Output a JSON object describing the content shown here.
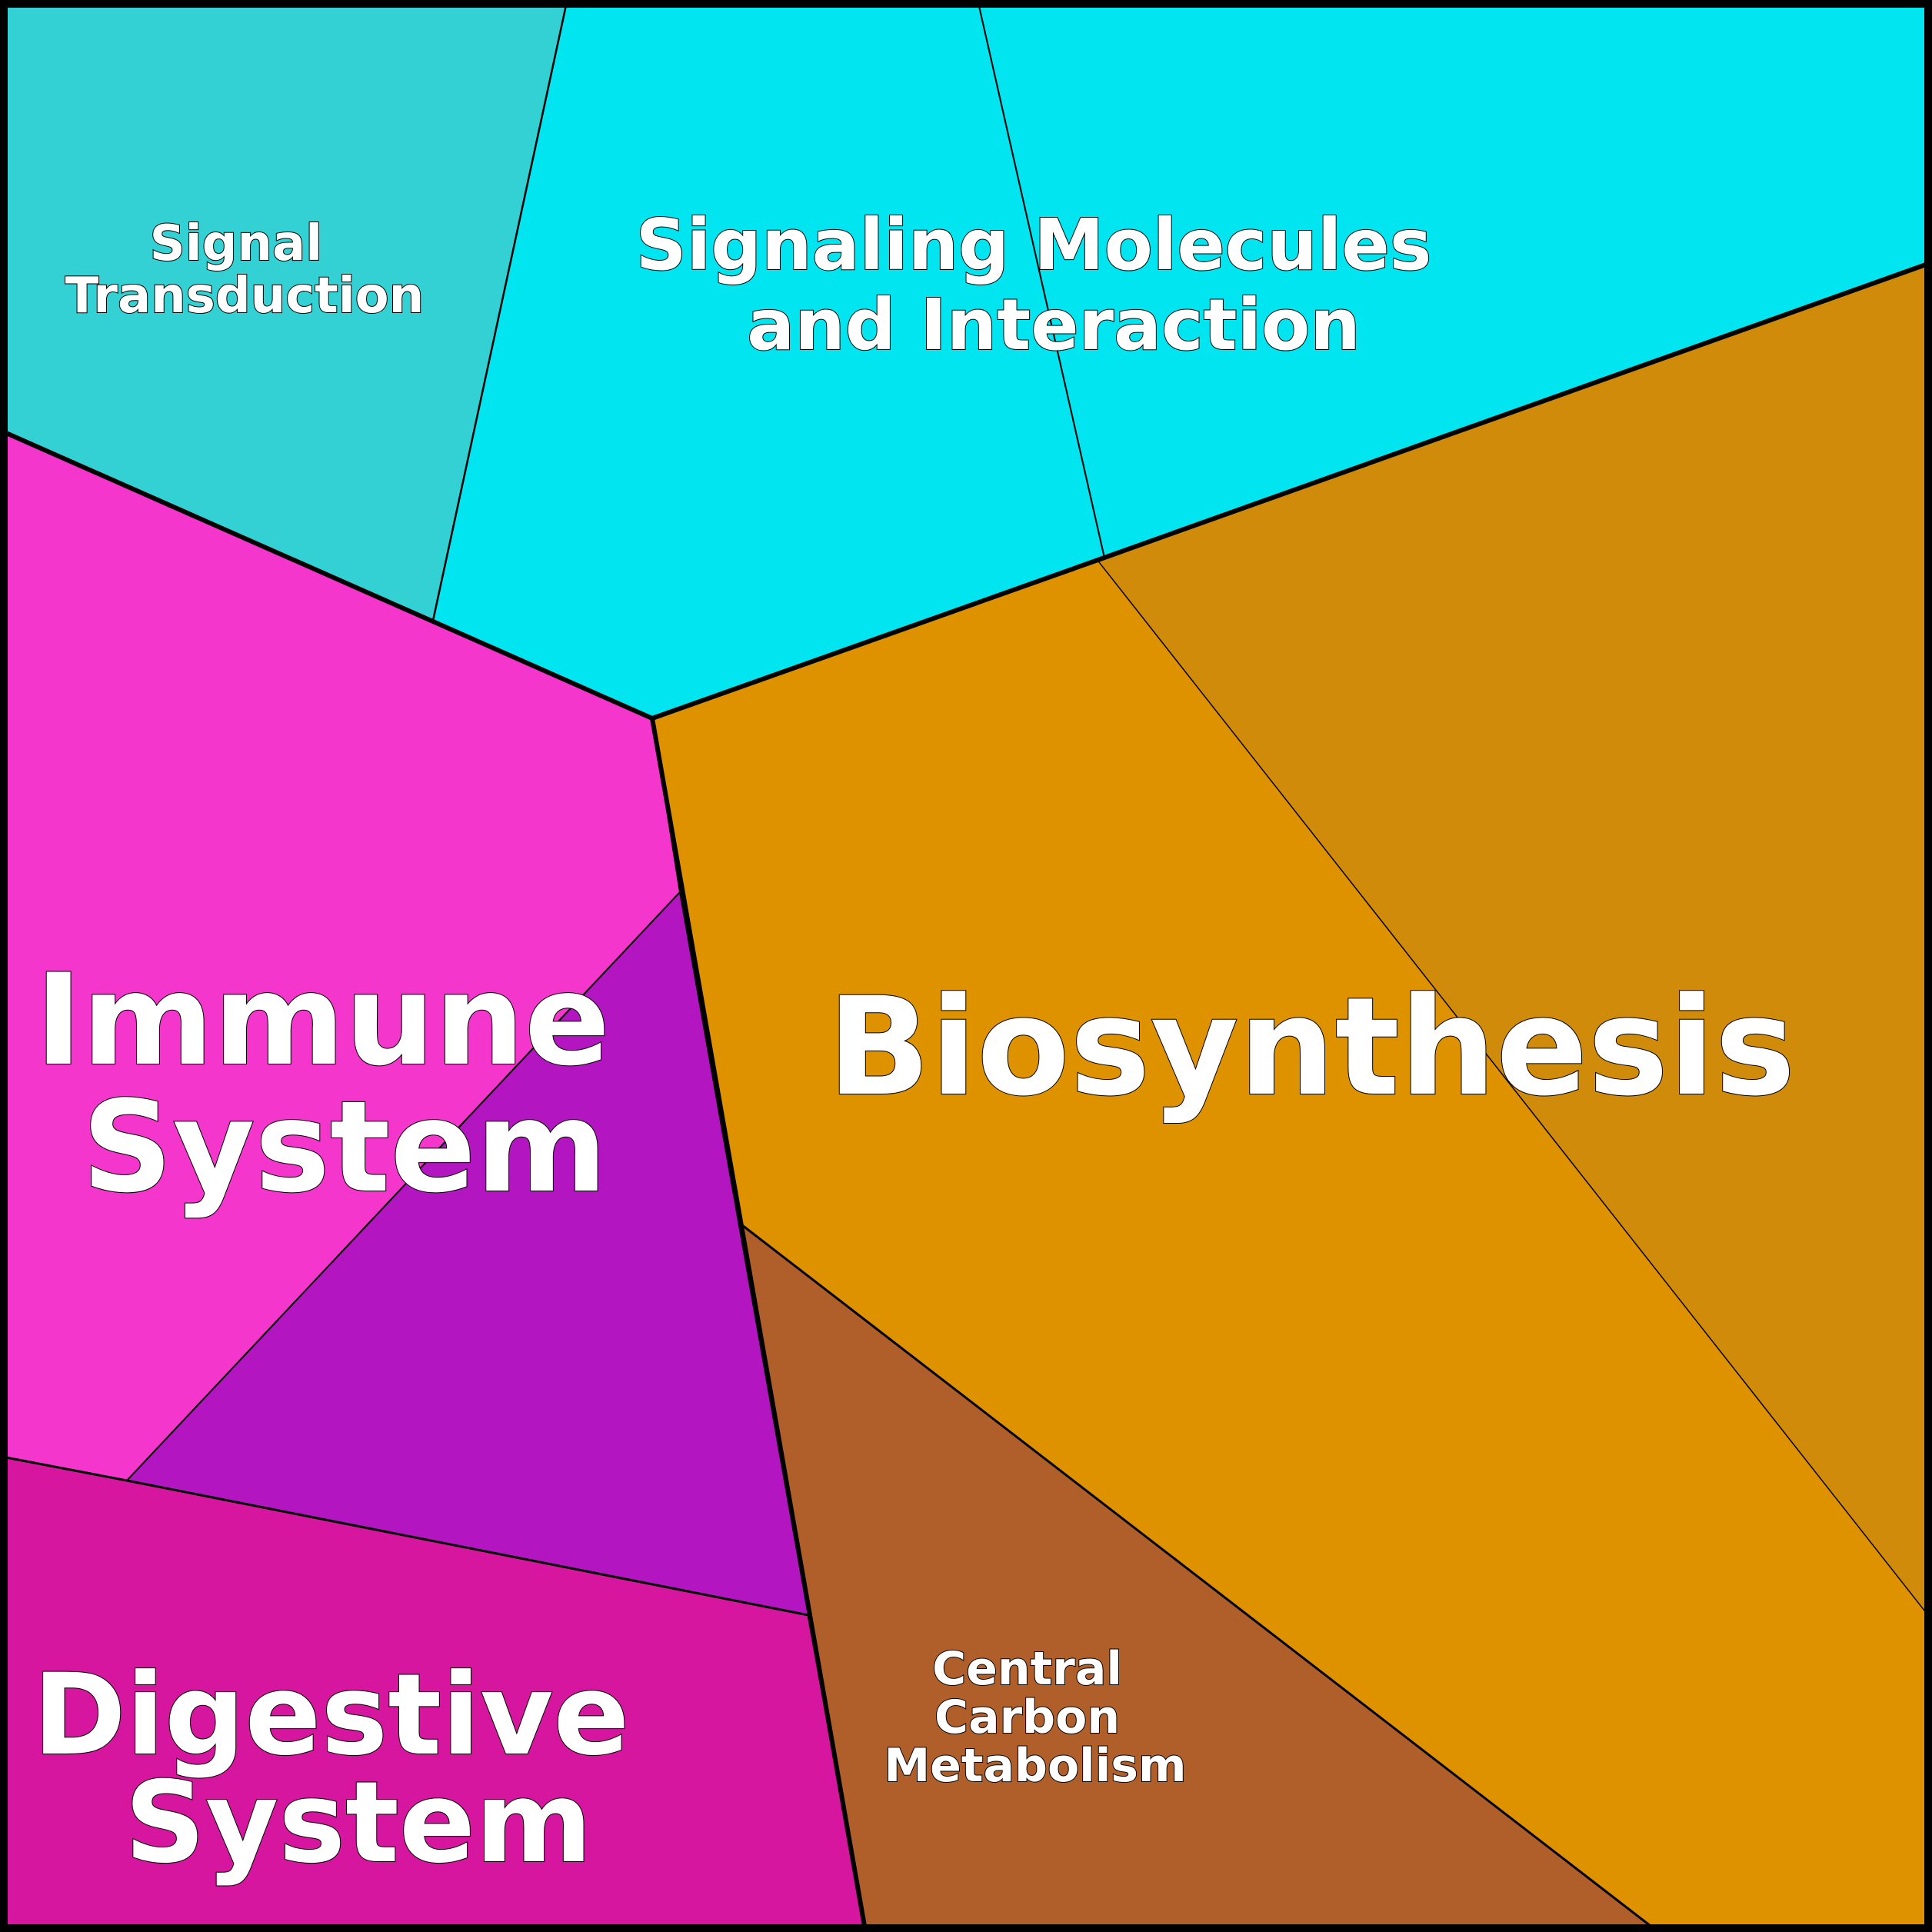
{
  "colors": {
    "signal_transduction": "#33d1d3",
    "signaling_molecules_a": "#00e5ef",
    "signaling_molecules_b": "#00e5ef",
    "immune_system_a": "#f436cc",
    "immune_system_b": "#b316c1",
    "digestive_system": "#d6169f",
    "biosynthesis_a": "#de9200",
    "biosynthesis_b": "#d18b0a",
    "central_carbon_metabolism": "#b05f2a",
    "border": "#000000"
  },
  "labels": {
    "signal_transduction": [
      "Signal",
      "Transduction"
    ],
    "signaling_molecules": [
      "Signaling Molecules",
      "and Interaction"
    ],
    "immune_system": [
      "Immune",
      "System"
    ],
    "biosynthesis": [
      "Biosynthesis"
    ],
    "digestive_system": [
      "Digestive",
      "System"
    ],
    "central_carbon_metabolism": [
      "Central",
      "Carbon",
      "Metabolism"
    ]
  }
}
